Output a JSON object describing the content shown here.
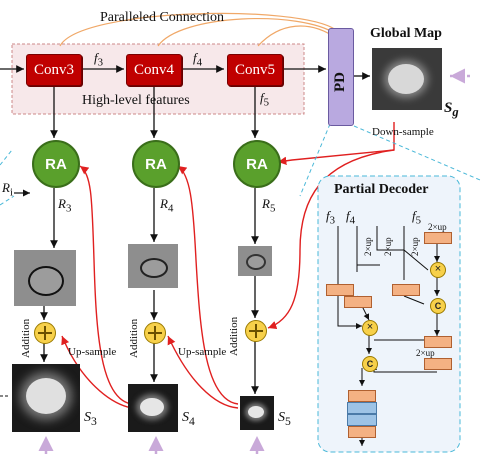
{
  "top": {
    "paralleled": "Paralleled Connection",
    "high_level": "High-level features"
  },
  "conv": [
    "Conv3",
    "Conv4",
    "Conv5"
  ],
  "f_labels": [
    "f",
    "f",
    "f"
  ],
  "f_subs": [
    "3",
    "4",
    "5"
  ],
  "global": {
    "title": "Global Map",
    "s": "S",
    "sub": "g",
    "down": "Down-sample"
  },
  "pd": "PD",
  "ra": [
    "RA",
    "RA",
    "RA"
  ],
  "r_labels": [
    {
      "r": "R",
      "sub": "3"
    },
    {
      "r": "R",
      "sub": "4"
    },
    {
      "r": "R",
      "sub": "5"
    },
    {
      "r": "R",
      "sub": "i"
    }
  ],
  "addition": [
    "Addition",
    "Addition",
    "Addition"
  ],
  "upsample": [
    "Up-sample",
    "Up-sample"
  ],
  "s_labels": [
    {
      "s": "S",
      "sub": "3"
    },
    {
      "s": "S",
      "sub": "4"
    },
    {
      "s": "S",
      "sub": "5"
    }
  ],
  "partial_decoder": {
    "title": "Partial Decoder",
    "inputs": [
      {
        "f": "f",
        "sub": "3"
      },
      {
        "f": "f",
        "sub": "4"
      },
      {
        "f": "f",
        "sub": "5"
      }
    ],
    "up": [
      "2×up",
      "2×up",
      "2×up",
      "2×up",
      "2×up"
    ],
    "cat_symbol": "C",
    "mult_symbol": "×"
  },
  "colors": {
    "conv": "#c00000",
    "ra": "#5aa02c",
    "arrow_red": "#e02020",
    "pd": "#b9a9e0",
    "dash": "#4ab8d8"
  }
}
